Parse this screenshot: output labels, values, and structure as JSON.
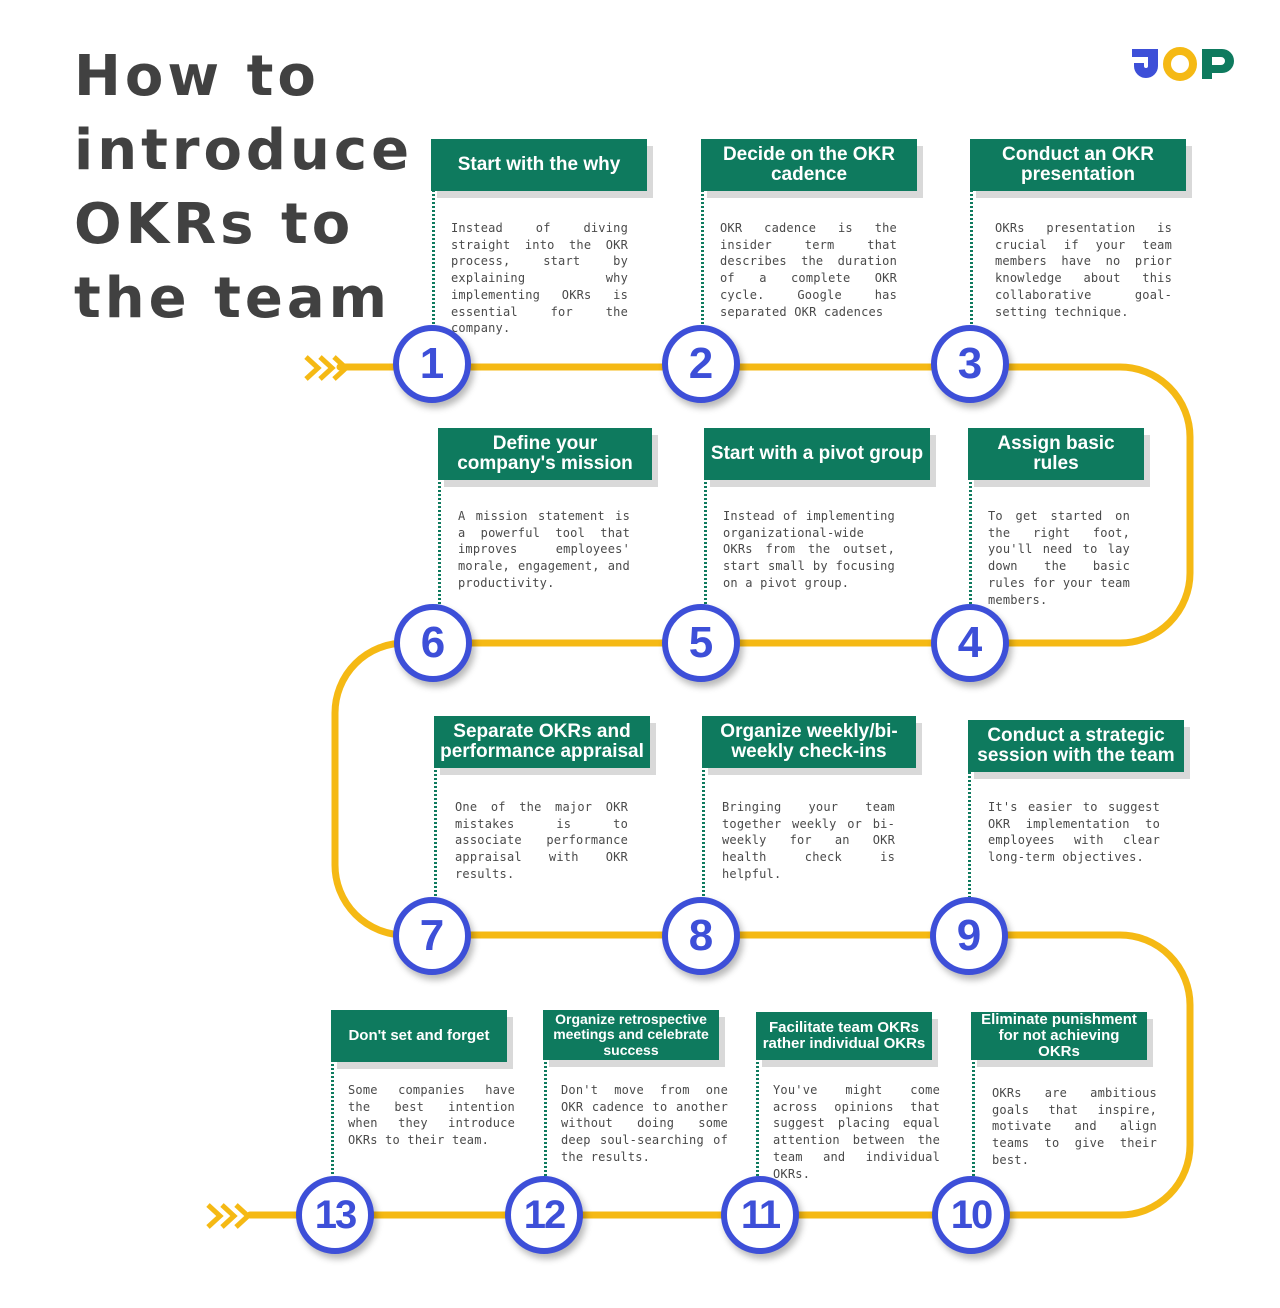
{
  "title": [
    "How to",
    "introduce",
    "OKRs to",
    "the team"
  ],
  "logo": {
    "text": "JOP",
    "colors": {
      "blue": "#3d4fd8",
      "yellow": "#f5b914",
      "green": "#0e7a5e"
    }
  },
  "colors": {
    "header_bg": "#0e7a5e",
    "circle": "#3d4fd8",
    "path": "#f5b914",
    "title": "#414141"
  },
  "steps": [
    {
      "number": "1",
      "title": "Start with the why",
      "text": "Instead of diving straight into the OKR process, start by explaining why implementing OKRs is essential for the company."
    },
    {
      "number": "2",
      "title": "Decide on the OKR cadence",
      "text": "OKR cadence is the insider term that describes the duration of a complete OKR cycle. Google has separated OKR cadences"
    },
    {
      "number": "3",
      "title": "Conduct an OKR presentation",
      "text": "OKRs presentation is crucial if your team members have no prior knowledge about this collaborative goal-setting technique."
    },
    {
      "number": "4",
      "title": "Assign basic rules",
      "text": "To get started on the right foot, you'll need to lay down the basic rules for your team members."
    },
    {
      "number": "5",
      "title": "Start with a pivot group",
      "text": "Instead of implementing organizational-wide OKRs from the outset, start small by focusing on a pivot group."
    },
    {
      "number": "6",
      "title": "Define your company's mission",
      "text": "A mission statement is a powerful tool that improves employees' morale, engagement, and productivity."
    },
    {
      "number": "7",
      "title": "Separate OKRs and performance appraisal",
      "text": "One of the major OKR mistakes is to associate performance appraisal with OKR results."
    },
    {
      "number": "8",
      "title": "Organize weekly/bi-weekly check-ins",
      "text": "Bringing your team together weekly or bi-weekly for an OKR health check is helpful."
    },
    {
      "number": "9",
      "title": "Conduct a strategic session with the team",
      "text": "It's easier to suggest OKR implementation to employees with clear long-term objectives."
    },
    {
      "number": "10",
      "title": "Eliminate punishment for not achieving OKRs",
      "text": "OKRs are ambitious goals that inspire, motivate and align teams to give their best."
    },
    {
      "number": "11",
      "title": "Facilitate team OKRs rather individual OKRs",
      "text": "You've might come across opinions that suggest placing equal attention between the team and individual OKRs."
    },
    {
      "number": "12",
      "title": "Organize retrospective meetings and celebrate success",
      "text": "Don't move from one OKR cadence to another without doing some deep soul-searching of the results."
    },
    {
      "number": "13",
      "title": "Don't set and forget",
      "text": "Some companies have the best intention when they introduce OKRs to their team."
    }
  ]
}
